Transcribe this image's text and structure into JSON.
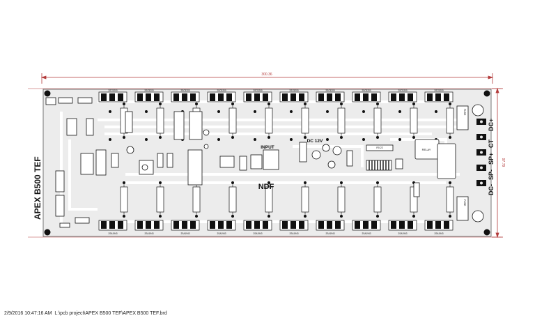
{
  "board": {
    "width_label": "300.36",
    "height_label": "97.79",
    "brand_text": "APEX B500 TEF",
    "logo_text": "NDF",
    "input_label": "INPUT",
    "dc_label": "DC 12V",
    "terminal_labels": [
      "DC+",
      "CT",
      "SP+",
      "SP-",
      "DC-"
    ],
    "top_transistor_label": "2SC5200",
    "bottom_transistor_label": "2SA1943",
    "resistor_label": "R0.22",
    "relay_label": "RELAY",
    "fuse_label": "FUSE"
  },
  "footer": {
    "timestamp": "2/9/2016 10:47:16 AM",
    "path": "L:\\pcb project\\APEX B500 TEF\\APEX B500 TEF.brd"
  },
  "colors": {
    "dimension": "#b33a3a",
    "board_fill": "#ececec",
    "copper": "#ffffff",
    "trace": "#ffffff",
    "silk": "#111111"
  }
}
